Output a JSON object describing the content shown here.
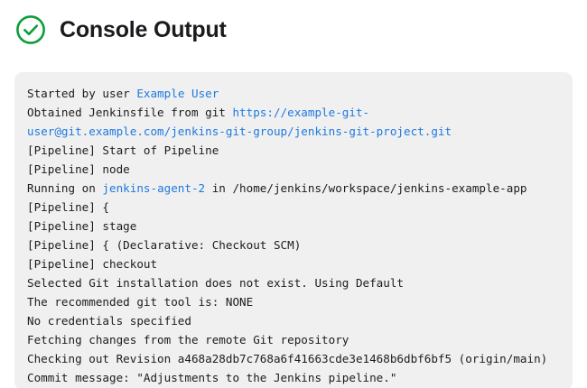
{
  "header": {
    "title": "Console Output",
    "status_icon": "check-circle-icon",
    "status_color": "#0f9d3a"
  },
  "theme": {
    "panel_background": "#f0f0f0",
    "page_background": "#ffffff",
    "text_color": "#1c1c1e",
    "muted_text_color": "#b4b4b4",
    "link_color": "#1f7ae0"
  },
  "console": {
    "lines": [
      {
        "id": "started-by-user",
        "muted": false,
        "segments": [
          {
            "text": "Started by user ",
            "style": "plain"
          },
          {
            "text": "Example User",
            "style": "link"
          }
        ]
      },
      {
        "id": "obtained-jenkinsfile",
        "muted": false,
        "segments": [
          {
            "text": "Obtained Jenkinsfile from git ",
            "style": "plain"
          },
          {
            "text": "https://example-git-user@git.example.com/jenkins-git-group/jenkins-git-project.git",
            "style": "link"
          }
        ]
      },
      {
        "id": "pipeline-start-of-pipeline",
        "muted": true,
        "segments": [
          {
            "text": "[Pipeline] Start of Pipeline",
            "style": "plain"
          }
        ]
      },
      {
        "id": "pipeline-node",
        "muted": true,
        "segments": [
          {
            "text": "[Pipeline] node",
            "style": "plain"
          }
        ]
      },
      {
        "id": "running-on-agent",
        "muted": false,
        "segments": [
          {
            "text": "Running on ",
            "style": "plain"
          },
          {
            "text": "jenkins-agent-2",
            "style": "link"
          },
          {
            "text": " in /home/jenkins/workspace/jenkins-example-app",
            "style": "plain"
          }
        ]
      },
      {
        "id": "pipeline-open-brace",
        "muted": true,
        "segments": [
          {
            "text": "[Pipeline] {",
            "style": "plain"
          }
        ]
      },
      {
        "id": "pipeline-stage",
        "muted": true,
        "segments": [
          {
            "text": "[Pipeline] stage",
            "style": "plain"
          }
        ]
      },
      {
        "id": "pipeline-declarative-checkout-scm",
        "muted": true,
        "segments": [
          {
            "text": "[Pipeline] { (Declarative: Checkout SCM)",
            "style": "plain"
          }
        ]
      },
      {
        "id": "pipeline-checkout",
        "muted": true,
        "segments": [
          {
            "text": "[Pipeline] checkout",
            "style": "plain"
          }
        ]
      },
      {
        "id": "selected-git-installation",
        "muted": false,
        "segments": [
          {
            "text": "Selected Git installation does not exist. Using Default",
            "style": "plain"
          }
        ]
      },
      {
        "id": "recommended-git-tool",
        "muted": false,
        "segments": [
          {
            "text": "The recommended git tool is: NONE",
            "style": "plain"
          }
        ]
      },
      {
        "id": "no-credentials-specified",
        "muted": false,
        "segments": [
          {
            "text": "No credentials specified",
            "style": "plain"
          }
        ]
      },
      {
        "id": "fetching-changes",
        "muted": false,
        "segments": [
          {
            "text": "Fetching changes from the remote Git repository",
            "style": "plain"
          }
        ]
      },
      {
        "id": "checking-out-revision",
        "muted": false,
        "segments": [
          {
            "text": "Checking out Revision a468a28db7c768a6f41663cde3e1468b6dbf6bf5 (origin/main)",
            "style": "plain"
          }
        ]
      },
      {
        "id": "commit-message",
        "muted": false,
        "segments": [
          {
            "text": "Commit message: \"Adjustments to the Jenkins pipeline.\"",
            "style": "plain"
          }
        ]
      }
    ]
  }
}
